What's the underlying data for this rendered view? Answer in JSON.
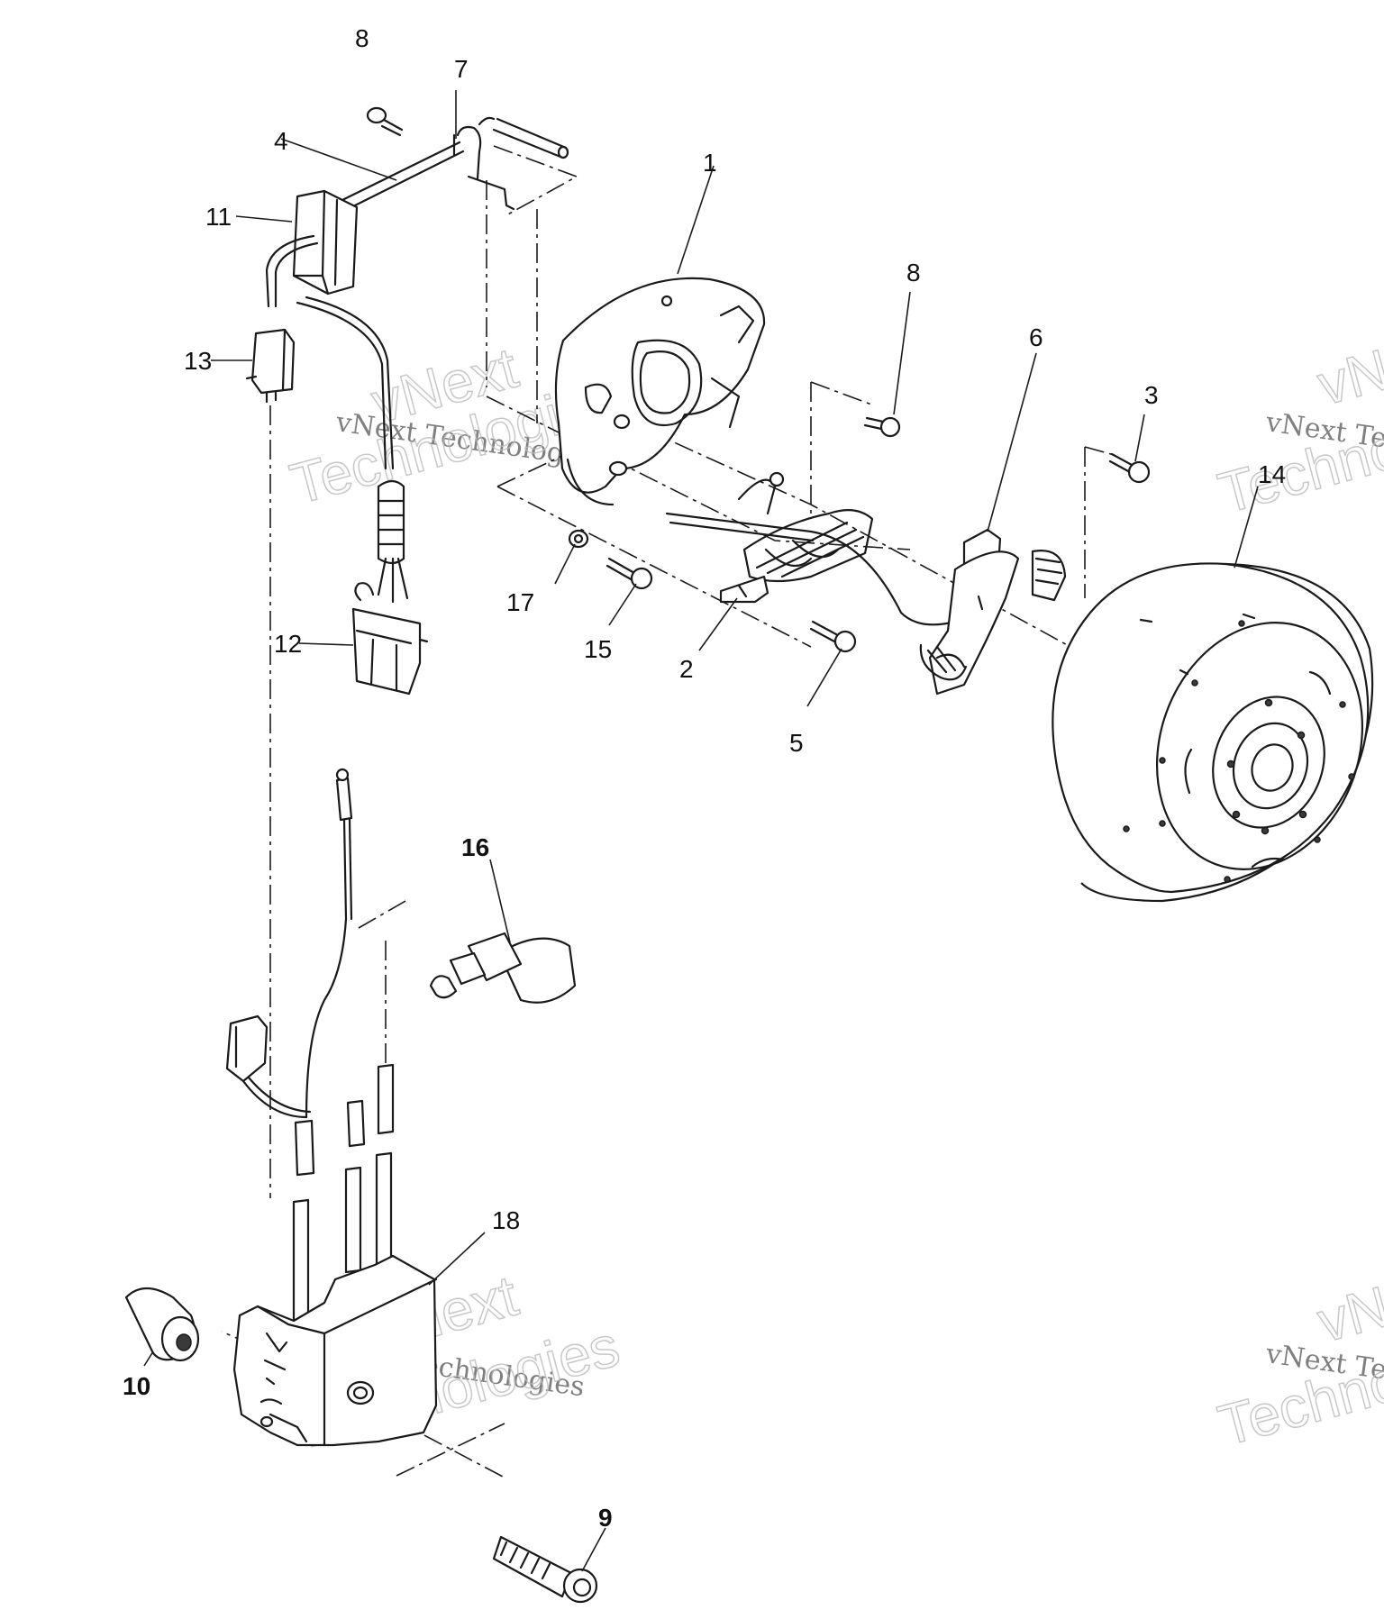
{
  "callouts": [
    {
      "id": "c8a",
      "label": "8"
    },
    {
      "id": "c7",
      "label": "7"
    },
    {
      "id": "c4",
      "label": "4"
    },
    {
      "id": "c11",
      "label": "11"
    },
    {
      "id": "c13",
      "label": "13"
    },
    {
      "id": "c1",
      "label": "1"
    },
    {
      "id": "c8b",
      "label": "8"
    },
    {
      "id": "c6",
      "label": "6"
    },
    {
      "id": "c3",
      "label": "3"
    },
    {
      "id": "c14",
      "label": "14"
    },
    {
      "id": "c17",
      "label": "17"
    },
    {
      "id": "c15",
      "label": "15"
    },
    {
      "id": "c2",
      "label": "2"
    },
    {
      "id": "c5",
      "label": "5"
    },
    {
      "id": "c12",
      "label": "12"
    },
    {
      "id": "c16",
      "label": "16"
    },
    {
      "id": "c18",
      "label": "18"
    },
    {
      "id": "c10",
      "label": "10"
    },
    {
      "id": "c9",
      "label": "9"
    }
  ],
  "watermark": {
    "line": "vNext Technologies",
    "word1": "vNext",
    "word2": "Technologies"
  },
  "colors": {
    "ink": "#1a1a1a",
    "paper": "#ffffff",
    "watermark": "#bbbbbb"
  }
}
